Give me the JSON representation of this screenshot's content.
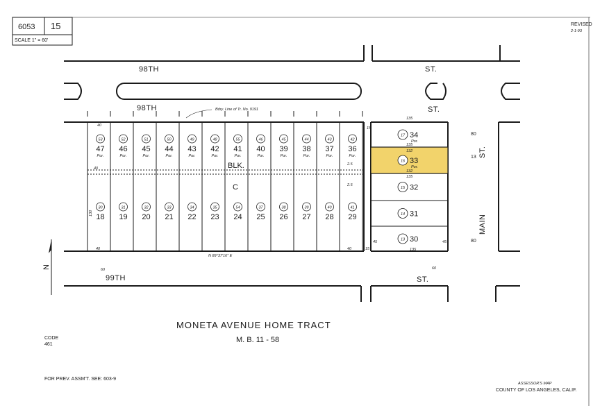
{
  "header": {
    "map_book": "6053",
    "map_page": "15",
    "scale_label": "SCALE 1\" = 60'",
    "revised_label": "REVISED",
    "revised_date": "2-1-93"
  },
  "streets": {
    "top_98th_left": "98TH",
    "top_98th_st": "ST.",
    "lower_98th": "98TH",
    "lower_98th_st": "ST.",
    "bottom_99th": "99TH",
    "bottom_99th_st": "ST.",
    "main": "MAIN",
    "main_st": "ST."
  },
  "block": {
    "label": "BLK.",
    "letter": "C"
  },
  "boundary_note": "Bdry. Line of Tr. No. 9191",
  "north_lots": [
    {
      "lot": "47",
      "parcel": "53",
      "por": "Por."
    },
    {
      "lot": "46",
      "parcel": "52",
      "por": "Por."
    },
    {
      "lot": "45",
      "parcel": "51",
      "por": "Por."
    },
    {
      "lot": "44",
      "parcel": "50",
      "por": "Por."
    },
    {
      "lot": "43",
      "parcel": "49",
      "por": "Por."
    },
    {
      "lot": "42",
      "parcel": "48",
      "por": "Por."
    },
    {
      "lot": "41",
      "parcel": "55",
      "por": "Por."
    },
    {
      "lot": "40",
      "parcel": "46",
      "por": "Por."
    },
    {
      "lot": "39",
      "parcel": "45",
      "por": "Por."
    },
    {
      "lot": "38",
      "parcel": "44",
      "por": "Por."
    },
    {
      "lot": "37",
      "parcel": "43",
      "por": "Por."
    },
    {
      "lot": "36",
      "parcel": "42",
      "por": "Por."
    }
  ],
  "south_lots": [
    {
      "lot": "18",
      "parcel": "30"
    },
    {
      "lot": "19",
      "parcel": "31"
    },
    {
      "lot": "20",
      "parcel": "32"
    },
    {
      "lot": "21",
      "parcel": "33"
    },
    {
      "lot": "22",
      "parcel": "34"
    },
    {
      "lot": "23",
      "parcel": "35"
    },
    {
      "lot": "24",
      "parcel": "54"
    },
    {
      "lot": "25",
      "parcel": "37"
    },
    {
      "lot": "26",
      "parcel": "38"
    },
    {
      "lot": "27",
      "parcel": "39"
    },
    {
      "lot": "28",
      "parcel": "40"
    },
    {
      "lot": "29",
      "parcel": "41"
    }
  ],
  "east_lots": [
    {
      "lot": "34",
      "parcel": "17",
      "por": "Por.",
      "highlighted": false
    },
    {
      "lot": "33",
      "parcel": "16",
      "por": "Por.",
      "highlighted": true
    },
    {
      "lot": "32",
      "parcel": "15",
      "por": "",
      "highlighted": false
    },
    {
      "lot": "31",
      "parcel": "14",
      "por": "",
      "highlighted": false
    },
    {
      "lot": "30",
      "parcel": "13",
      "por": "",
      "highlighted": false
    }
  ],
  "dimensions": {
    "lot_width": "40",
    "east_depth": "135",
    "east_132": "132",
    "east_width": "45",
    "main_80": "80",
    "main_13": "13",
    "side_15": "15",
    "side_2_5": "2.5",
    "bottom_60": "60",
    "street_130": "130",
    "bearing": "N 89°37'16\" E"
  },
  "footer": {
    "tract_name": "MONETA AVENUE HOME TRACT",
    "map_book_ref": "M. B. 11 - 58",
    "code_label": "CODE",
    "code_value": "461",
    "prev_assmt": "FOR PREV. ASSM'T. SEE: 603-9",
    "assessor_label": "ASSESSOR'S MAP",
    "county_label": "COUNTY OF LOS ANGELES, CALIF."
  },
  "colors": {
    "highlight": "#f2d36b",
    "ink": "#1a1a1a"
  }
}
